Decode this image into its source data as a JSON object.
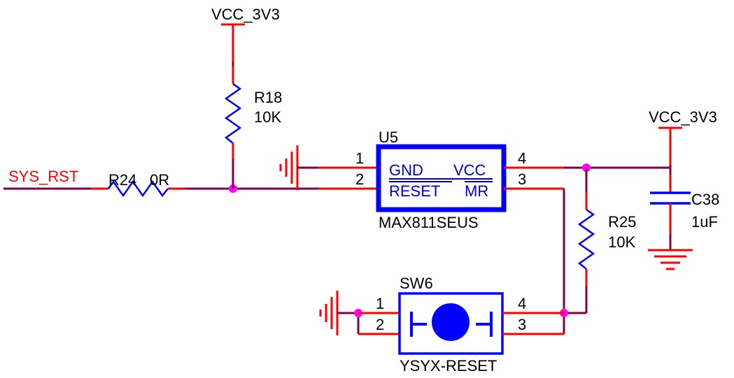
{
  "net_labels": {
    "sys_rst": "SYS_RST",
    "vcc_top": "VCC_3V3",
    "vcc_right": "VCC_3V3"
  },
  "r18": {
    "ref": "R18",
    "value": "10K"
  },
  "r24": {
    "ref": "R24",
    "value": "0R"
  },
  "r25": {
    "ref": "R25",
    "value": "10K"
  },
  "c38": {
    "ref": "C38",
    "value": "1uF"
  },
  "u5": {
    "ref": "U5",
    "part": "MAX811SEUS",
    "pin_gnd": "GND",
    "pin_vcc": "VCC",
    "pin_reset": "RESET",
    "pin_mr": "MR",
    "pin1": "1",
    "pin2": "2",
    "pin3": "3",
    "pin4": "4"
  },
  "sw6": {
    "ref": "SW6",
    "part": "YSYX-RESET",
    "pin1": "1",
    "pin2": "2",
    "pin3": "3",
    "pin4": "4"
  },
  "colors": {
    "wire": "#800040",
    "pin": "#ff0000",
    "component": "#0000ff",
    "junction": "#ff00ff",
    "net_label": "#ff0000"
  }
}
